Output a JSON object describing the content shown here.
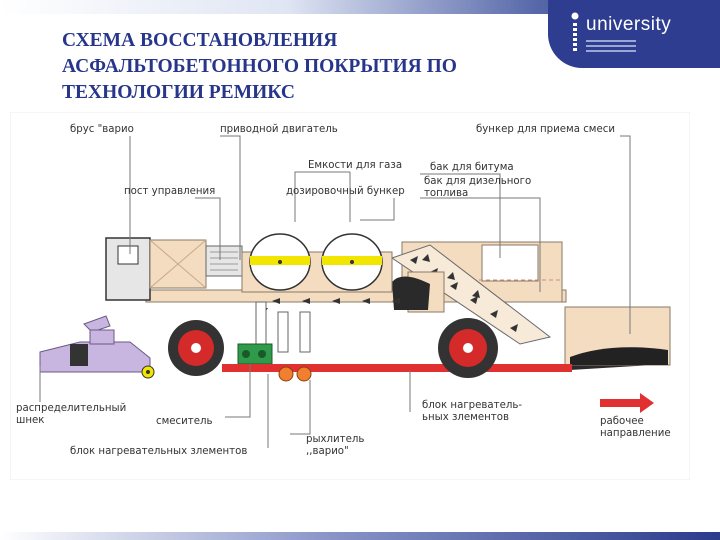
{
  "header": {
    "title_lines": [
      "СХЕМА ВОССТАНОВЛЕНИЯ",
      "АСФАЛЬТОБЕТОННОГО ПОКРЫТИЯ ПО",
      "ТЕХНОЛОГИИ РЕМИКС"
    ],
    "logo_text": "university",
    "logo_icon": "university-emblem-icon"
  },
  "diagram": {
    "labels": {
      "brus": "брус \"варио",
      "privod": "приводной двигатель",
      "emkosti": "Емкости для газа",
      "bunker_smesi": "бункер для приема смеси",
      "post": "пост управления",
      "bak_bitum": "бак для битума",
      "doz_bunker": "дозировочный бункер",
      "bak_diesel_1": "бак для дизельного",
      "bak_diesel_2": "топлива",
      "shnek_1": "распределительный",
      "shnek_2": "шнек",
      "smesitel": "смеситель",
      "blok_right_1": "блок нагреватель-",
      "blok_right_2": "ьных злементов",
      "rabochee_1": "рабочее",
      "rabochee_2": "направление",
      "ryhlitel_1": "рыхлитель",
      "ryhlitel_2": ",,вариo\"",
      "blok_bottom": "блок нагревательных злементов"
    },
    "colors": {
      "frame": "#f3dcc0",
      "cab": "#e6e6e6",
      "shnek": "#c9b6e0",
      "mixer": "#2e9a4a",
      "heater": "#e03030",
      "tank_band": "#f2e600",
      "wheel": "#d42a2a",
      "arrow": "#e03030"
    }
  }
}
